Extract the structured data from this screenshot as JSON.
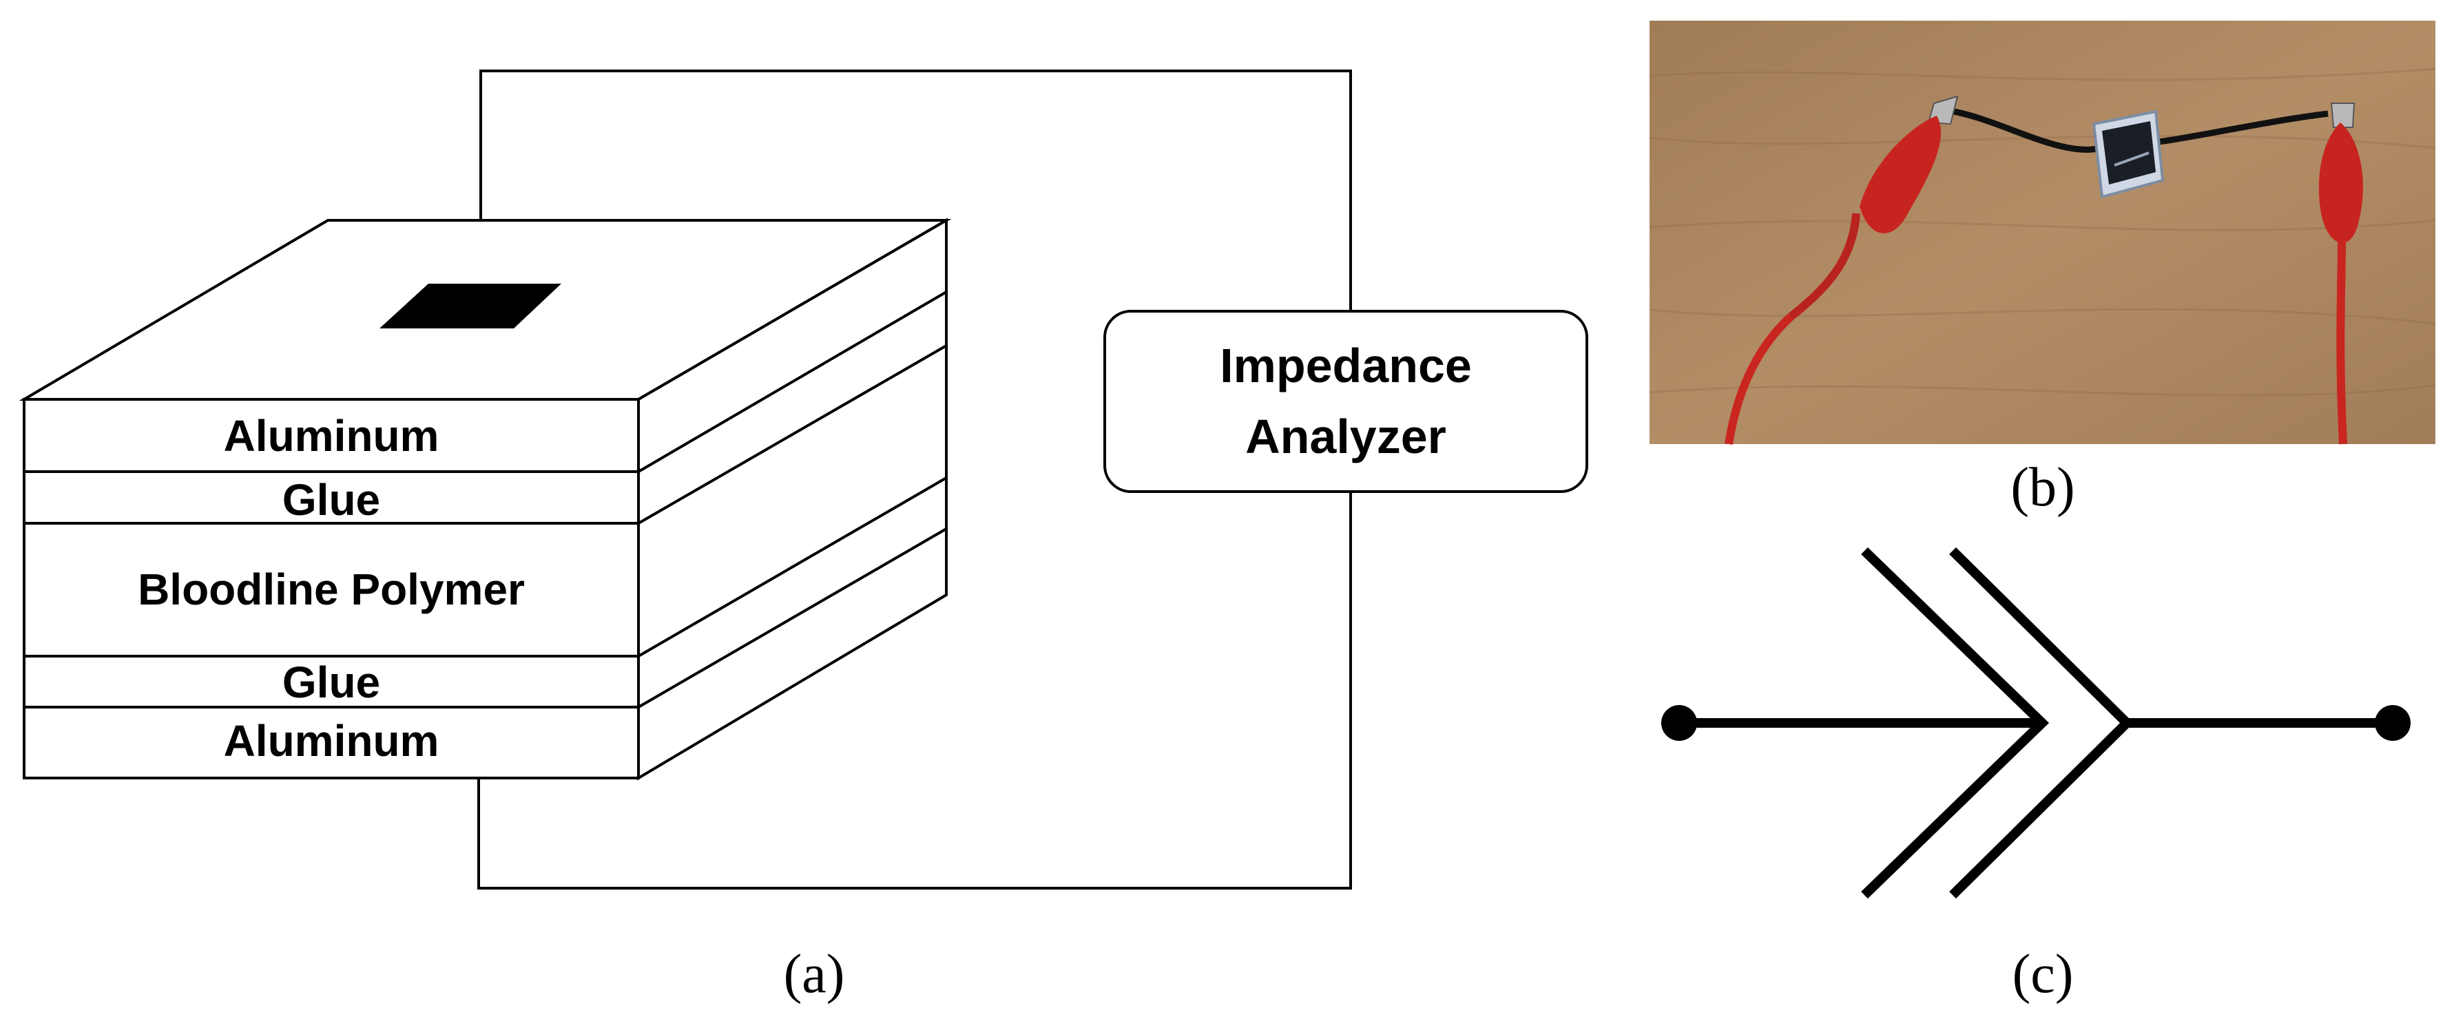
{
  "panel_a": {
    "caption": "(a)",
    "layers": [
      "Aluminum",
      "Glue",
      "Bloodline Polymer",
      "Glue",
      "Aluminum"
    ],
    "analyzer": {
      "line1": "Impedance",
      "line2": "Analyzer"
    }
  },
  "panel_b": {
    "caption": "(b)",
    "photo": "sensor-with-red-alligator-clips"
  },
  "panel_c": {
    "caption": "(c)",
    "symbol": "capacitive-sensor-symbol"
  }
}
